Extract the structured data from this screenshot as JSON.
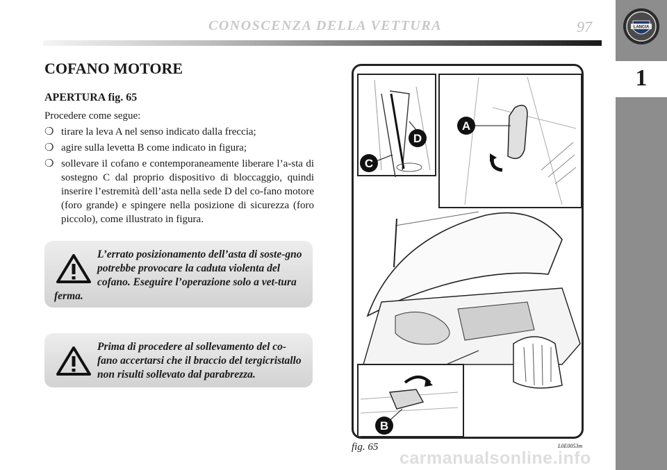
{
  "header": {
    "title": "CONOSCENZA DELLA VETTURA",
    "page_number": "97",
    "chapter_number": "1"
  },
  "logo": {
    "icon": "lancia-shield-icon",
    "text": "LANCIA"
  },
  "section": {
    "title": "COFANO MOTORE",
    "subheading": "APERTURA fig. 65",
    "intro": "Procedere come segue:",
    "bullet_marker": "❍",
    "bullets": [
      "tirare la leva A nel senso indicato dalla freccia;",
      "agire sulla levetta B come indicato in figura;",
      "sollevare il cofano e contemporaneamente liberare l’a-sta di sostegno C dal proprio dispositivo di bloccaggio, quindi inserire l’estremità dell’asta nella sede D del co-fano motore (foro grande) e spingere nella posizione di sicurezza (foro piccolo), come illustrato in figura."
    ]
  },
  "warnings": [
    {
      "icon": "warning-triangle-icon",
      "text": "L’errato posizionamento dell’asta di soste-gno potrebbe provocare la caduta violenta del cofano. Eseguire l’operazione solo a vet-tura ferma."
    },
    {
      "icon": "warning-triangle-icon",
      "text": "Prima di procedere al sollevamento del co-fano accertarsi che il braccio del tergicristallo non risulti sollevato dal parabrezza."
    }
  ],
  "figure": {
    "caption": "fig. 65",
    "code": "L0E0053m",
    "labels": {
      "a": "A",
      "b": "B",
      "c": "C",
      "d": "D"
    }
  },
  "watermark": "carmanualsonline.info"
}
